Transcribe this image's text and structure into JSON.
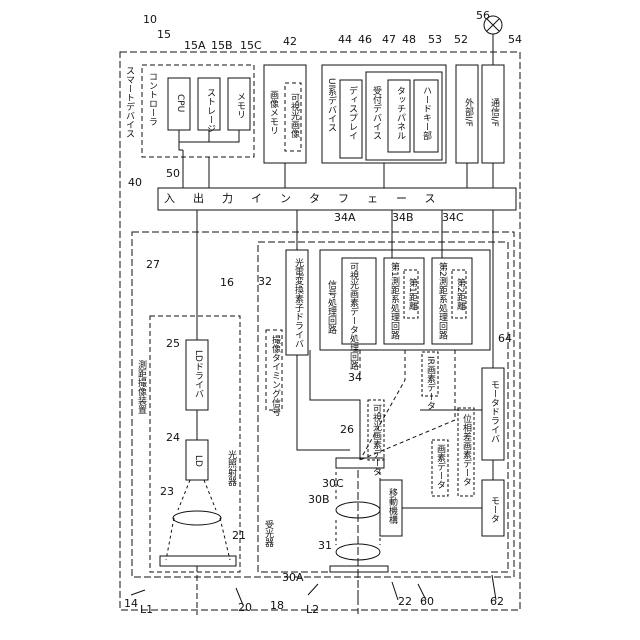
{
  "refs": {
    "r10": "10",
    "r15": "15",
    "r15a": "15A",
    "r15b": "15B",
    "r15c": "15C",
    "r42": "42",
    "r44": "44",
    "r46": "46",
    "r47": "47",
    "r48": "48",
    "r53": "53",
    "r52": "52",
    "r54": "54",
    "r56": "56",
    "r40": "40",
    "r50": "50",
    "r27": "27",
    "r16": "16",
    "r32": "32",
    "r34a": "34A",
    "r34b": "34B",
    "r34c": "34C",
    "r34": "34",
    "r25": "25",
    "r24": "24",
    "r23": "23",
    "r21": "21",
    "r20": "20",
    "r26": "26",
    "r30b": "30B",
    "r30c": "30C",
    "r31": "31",
    "r30a": "30A",
    "r64": "64",
    "r62": "62",
    "r60": "60",
    "r22": "22",
    "r14": "14",
    "r18": "18",
    "rl1": "L1",
    "rl2": "L2"
  },
  "labels": {
    "smart_device": "スマートデバイス",
    "controller": "コントローラ",
    "cpu": "CPU",
    "storage": "ストレージ",
    "memory": "メモリ",
    "image_memory": "画像メモリ",
    "visible_image": "可視光画像",
    "ui_device": "UI系デバイス",
    "display": "ディスプレイ",
    "input_device": "受付デバイス",
    "touch_panel": "タッチパネル",
    "hard_key": "ハードキー部",
    "external_if": "外部I/F",
    "comm_if": "通信I/F",
    "io_interface": "入出力インタフェース",
    "ranging_imaging": "測距撮像装置",
    "light_emitter": "光照射器",
    "ld_driver": "LDドライバ",
    "ld": "LD",
    "receiver": "受光器",
    "timing_signal": "撮像タイミング信号",
    "pe_driver": "光電変換素子ドライバ",
    "signal_circuit": "信号処理回路",
    "visible_proc": "可視光画素データ処理回路",
    "dist_proc1": "第1測距系処理回路",
    "first_dist": "第1距離",
    "dist_proc2": "第2測距系処理回路",
    "second_dist": "第2距離",
    "ir_pixel": "IR画素データ",
    "visible_pixel": "可視光画素データ",
    "pixel_data": "画素データ",
    "phase_pixel": "位相差画素データ",
    "motor_driver": "モータドライバ",
    "motor": "モータ",
    "moving_mech": "移動機構"
  }
}
